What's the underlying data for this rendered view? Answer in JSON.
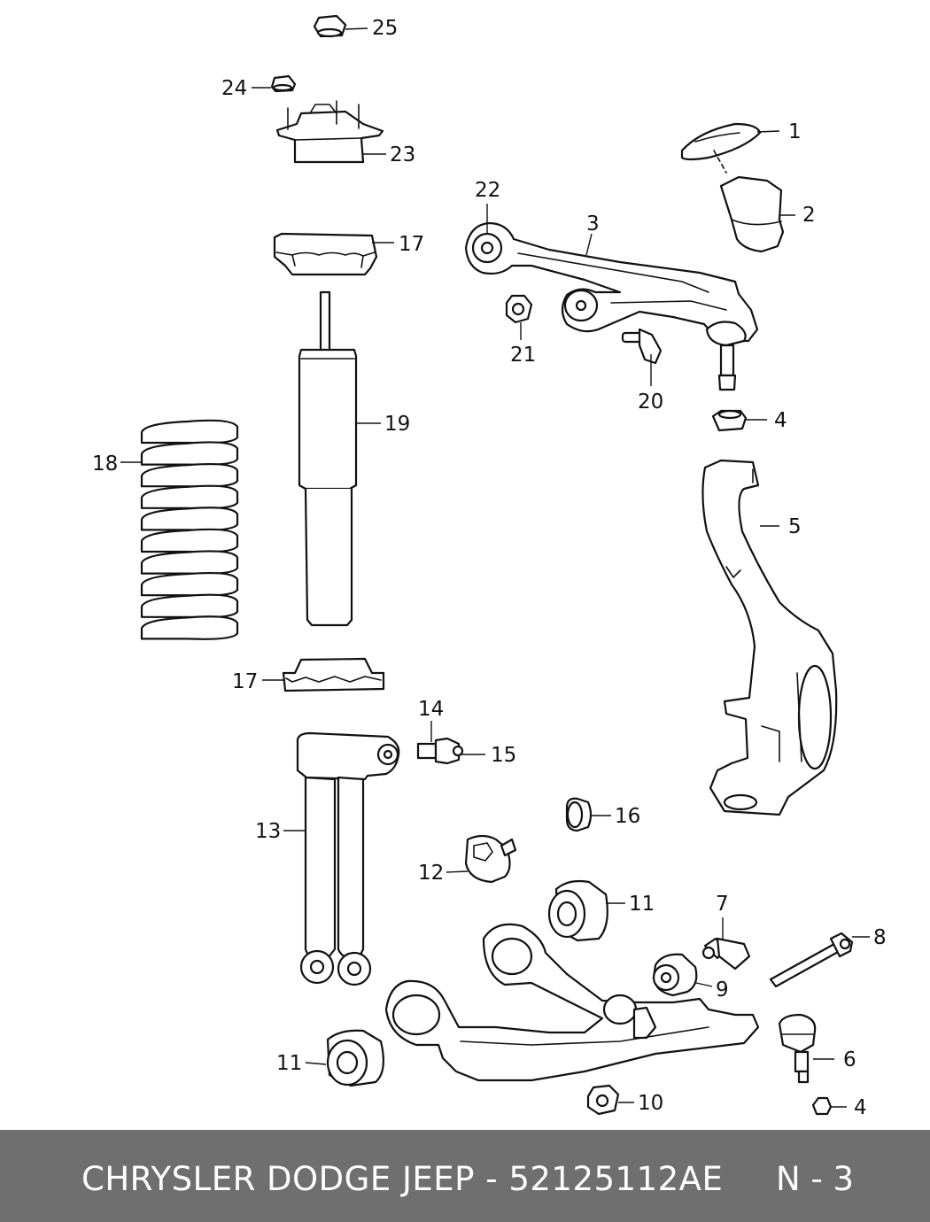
{
  "footer": {
    "title": "CHRYSLER DODGE JEEP - 52125112AE",
    "page": "N - 3"
  },
  "callouts": [
    "25",
    "24",
    "23",
    "1",
    "22",
    "3",
    "2",
    "17",
    "21",
    "20",
    "4",
    "19",
    "18",
    "5",
    "17",
    "14",
    "15",
    "16",
    "13",
    "12",
    "11",
    "7",
    "8",
    "9",
    "11",
    "6",
    "10",
    "4"
  ]
}
